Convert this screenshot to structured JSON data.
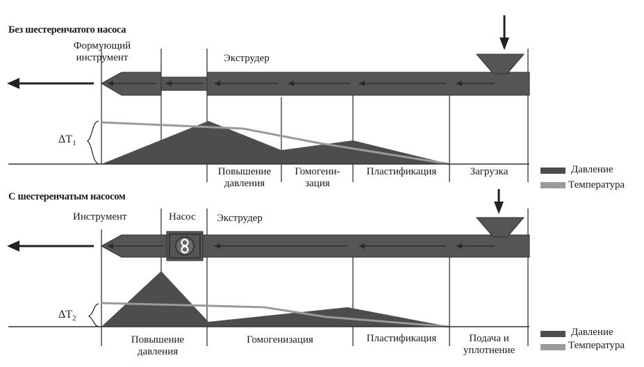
{
  "colors": {
    "pressure": "#4d4d4d",
    "temperature": "#9a9a9a",
    "body": "#555555",
    "axis": "#333333",
    "lines": "#222222"
  },
  "top": {
    "title": "Без шестеренчатого насоса",
    "tool_label_line1": "Формующий",
    "tool_label_line2": "инструмент",
    "extruder_label": "Экструдер",
    "delta_symbol": "ΔT",
    "delta_sub": "1",
    "zones": [
      {
        "line1": "Повышение",
        "line2": "давления"
      },
      {
        "line1": "Гомогени-",
        "line2": "зация"
      },
      {
        "line1": "Пластификация",
        "line2": ""
      },
      {
        "line1": "Загрузка",
        "line2": ""
      }
    ],
    "legend_pressure": "Давление",
    "legend_temperature": "Температура"
  },
  "bottom": {
    "title": "С шестеренчатым насосом",
    "tool_label": "Инструмент",
    "pump_label": "Насос",
    "pump_icon_glyph": "8",
    "extruder_label": "Экструдер",
    "delta_symbol": "ΔT",
    "delta_sub": "2",
    "zones": [
      {
        "line1": "Повышение",
        "line2": "давления"
      },
      {
        "line1": "Гомогенизация",
        "line2": ""
      },
      {
        "line1": "Пластификация",
        "line2": ""
      },
      {
        "line1": "Подача и",
        "line2": "уплотнение"
      }
    ],
    "legend_pressure": "Давление",
    "legend_temperature": "Температура"
  }
}
